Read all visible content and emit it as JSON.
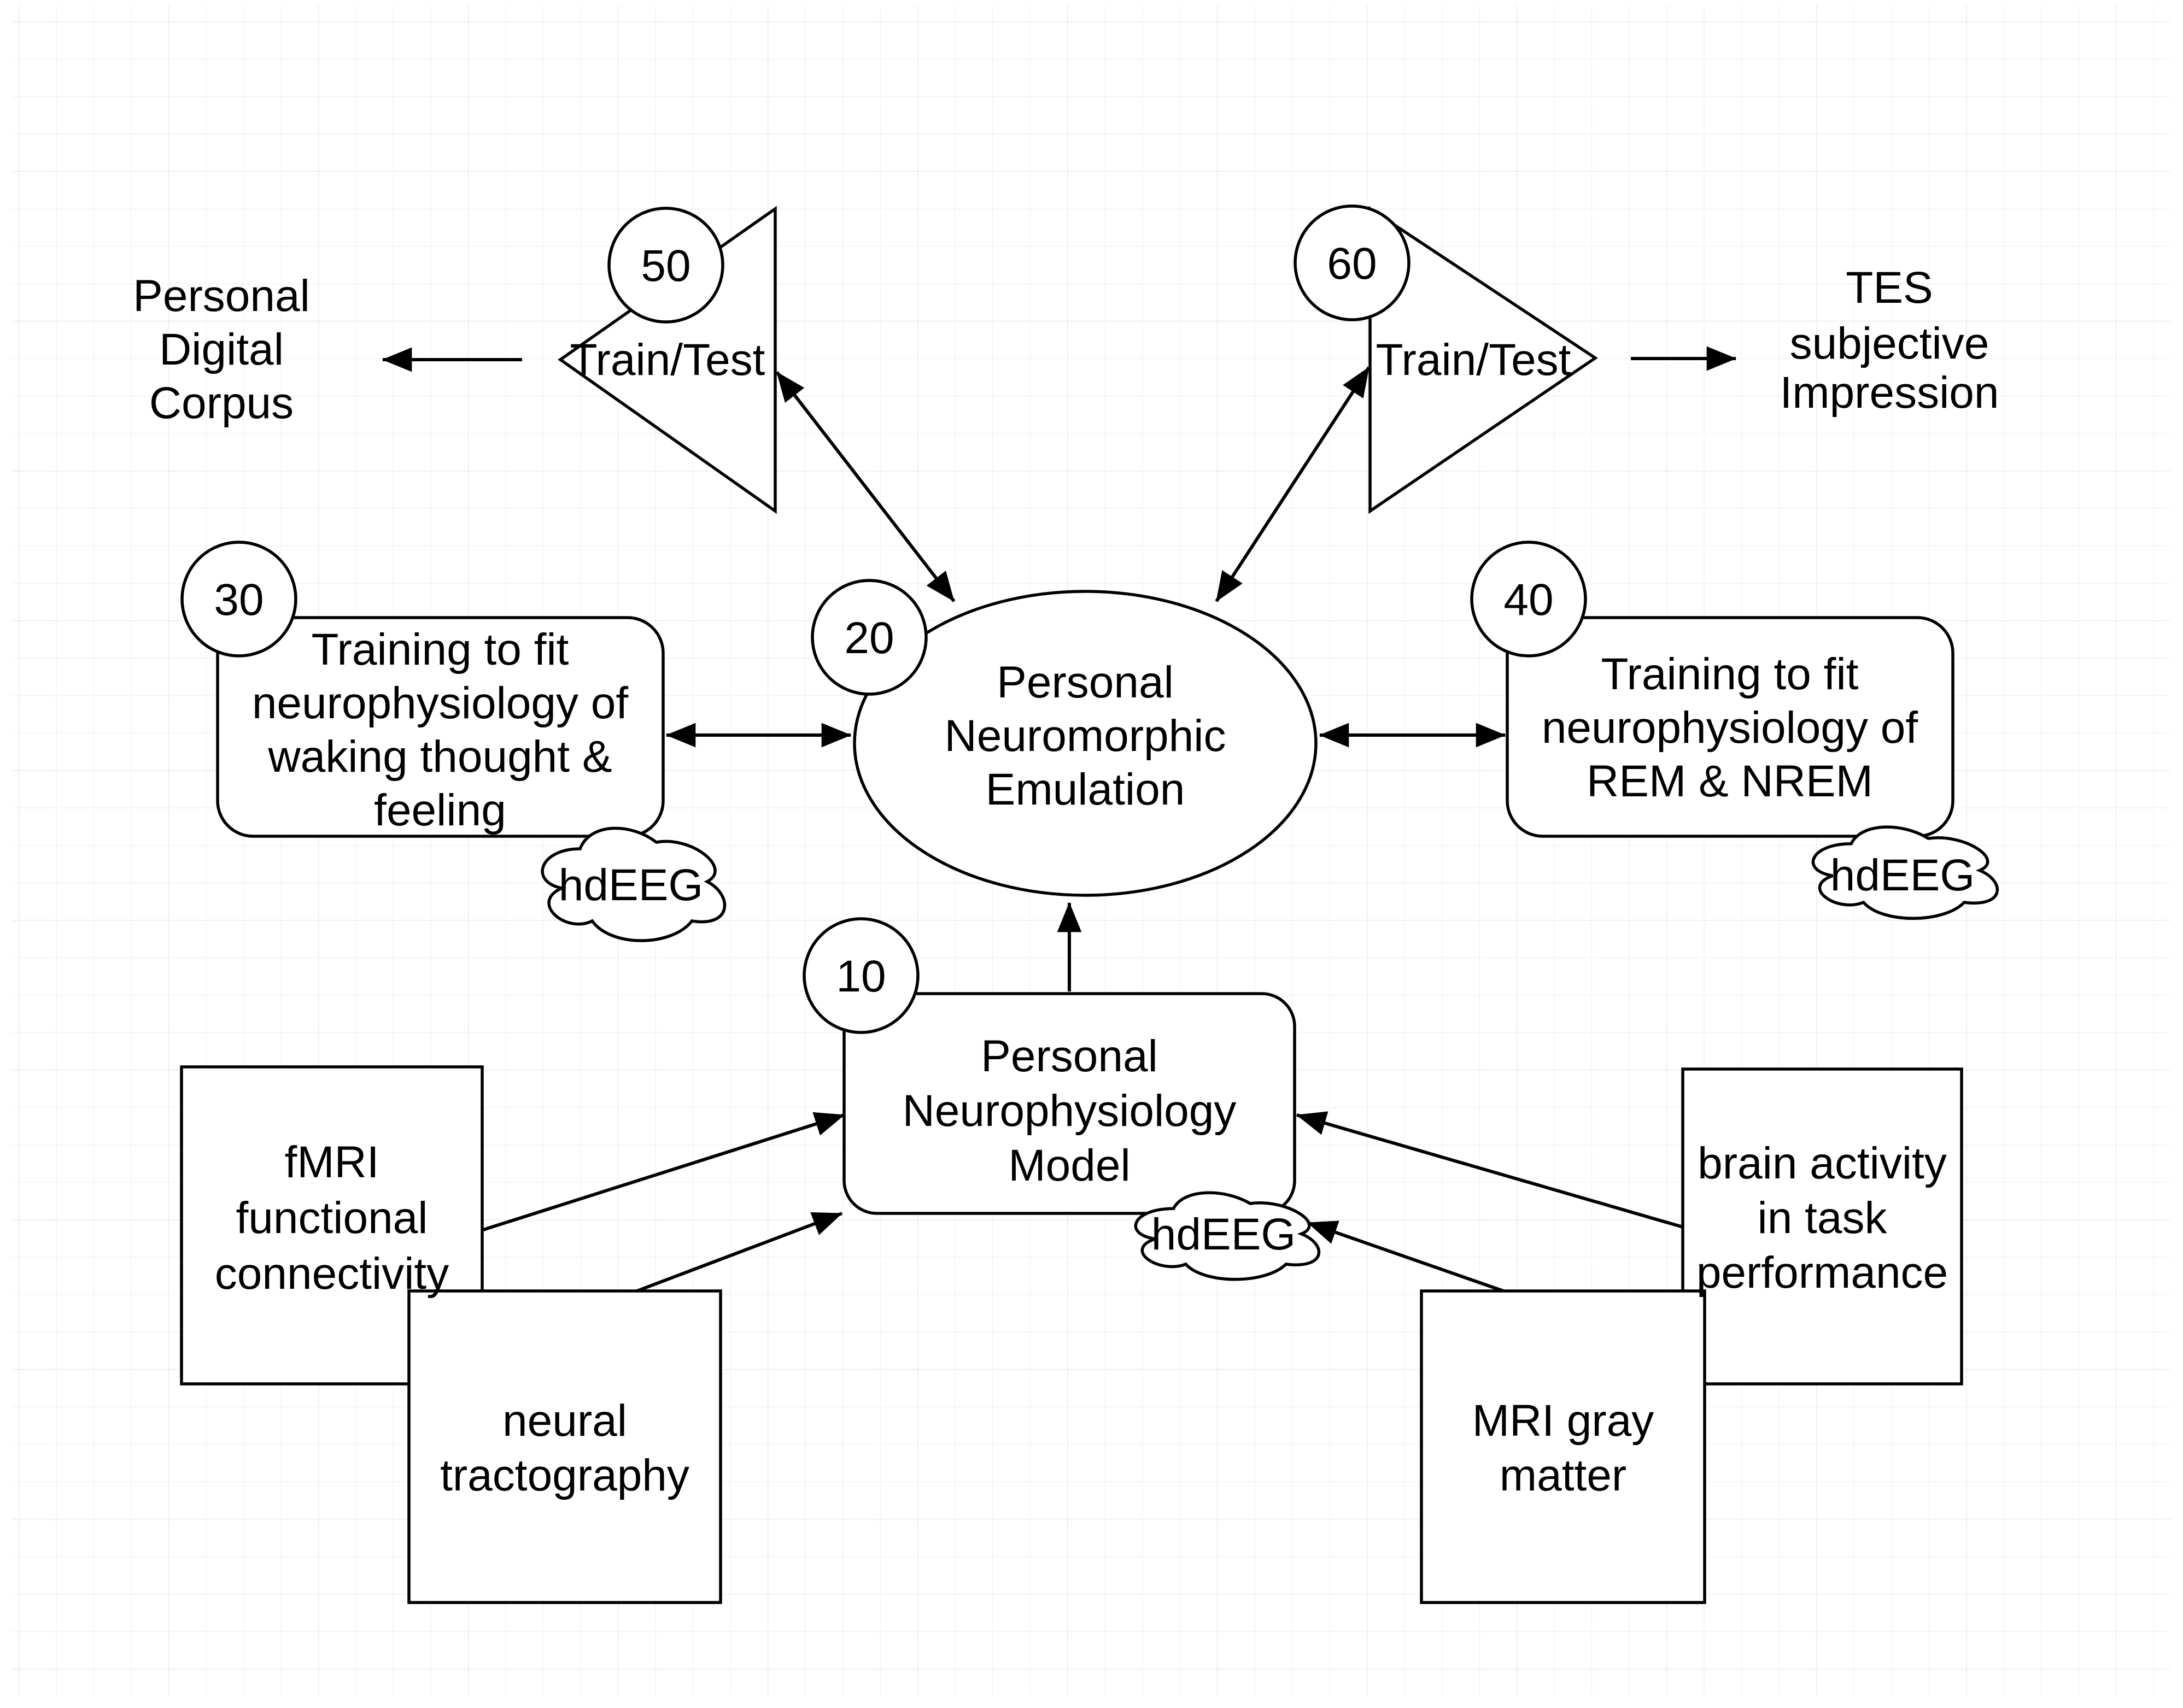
{
  "diagram": {
    "nodes": {
      "personal_digital_corpus": {
        "lines": [
          "Personal",
          "Digital",
          "Corpus"
        ]
      },
      "train_test_left": {
        "badge": "50",
        "label": "Train/Test"
      },
      "train_test_right": {
        "badge": "60",
        "label": "Train/Test"
      },
      "tes_subjective_impression": {
        "lines": [
          "TES",
          "subjective",
          "Impression"
        ]
      },
      "personal_neuromorphic_emulation": {
        "badge": "20",
        "lines": [
          "Personal",
          "Neuromorphic",
          "Emulation"
        ]
      },
      "training_waking": {
        "badge": "30",
        "lines": [
          "Training to fit",
          "neurophysiology of",
          "waking thought &",
          "feeling"
        ],
        "annotation": "hdEEG"
      },
      "training_rem_nrem": {
        "badge": "40",
        "lines": [
          "Training to fit",
          "neurophysiology of",
          "REM & NREM"
        ],
        "annotation": "hdEEG"
      },
      "personal_neurophysiology_model": {
        "badge": "10",
        "lines": [
          "Personal",
          "Neurophysiology",
          "Model"
        ],
        "annotation": "hdEEG"
      },
      "fmri_functional_connectivity": {
        "lines": [
          "fMRI",
          "functional",
          "connectivity"
        ]
      },
      "neural_tractography": {
        "lines": [
          "neural",
          "tractography"
        ]
      },
      "brain_activity_task": {
        "lines": [
          "brain activity",
          "in task",
          "performance"
        ]
      },
      "mri_gray_matter": {
        "lines": [
          "MRI gray",
          "matter"
        ]
      }
    },
    "colors": {
      "stroke": "#000000",
      "fill": "#ffffff",
      "text": "#000000",
      "grid_minor": "#f1f1f1",
      "grid_major": "#e9e9e9",
      "background": "#ffffff"
    }
  }
}
